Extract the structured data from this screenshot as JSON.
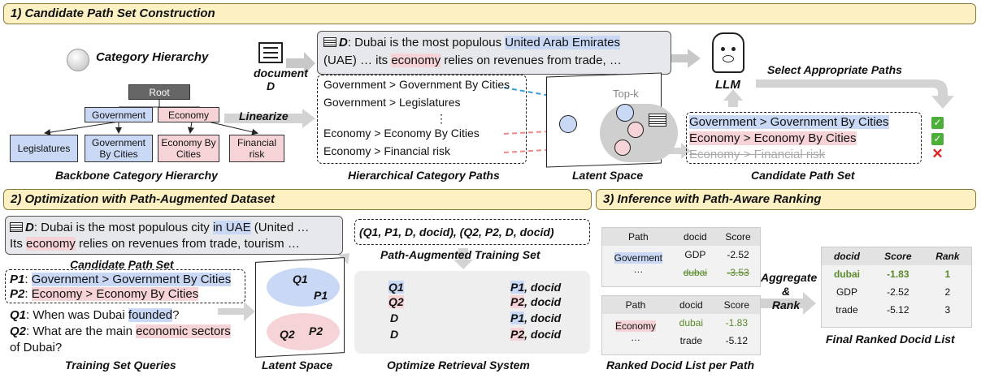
{
  "sections": {
    "s1": "1) Candidate Path Set Construction",
    "s2": "2) Optimization with Path-Augmented Dataset",
    "s3": "3) Inference with Path-Aware Ranking"
  },
  "hierarchy": {
    "title": "Category Hierarchy",
    "root": "Root",
    "government": "Government",
    "economy": "Economy",
    "legislatures": "Legislatures",
    "gov_by_cities": "Government By Cities",
    "eco_by_cities": "Economy By Cities",
    "financial_risk": "Financial risk",
    "caption": "Backbone Category Hierarchy",
    "linearize": "Linearize"
  },
  "document": {
    "label": "document",
    "var": "D"
  },
  "doc_box": {
    "var": "D",
    "line1_a": ": Dubai is the most populous ",
    "line1_hl": "United Arab Emirates",
    "line2_a": "(UAE) … its ",
    "line2_hl": "economy",
    "line2_b": " relies on revenues from trade, …"
  },
  "paths": {
    "items": [
      "Government > Government By Cities",
      "Government > Legislatures",
      "⋮",
      "Economy > Economy By Cities",
      "Economy > Financial risk"
    ],
    "caption": "Hierarchical Category Paths"
  },
  "latent": {
    "topk": "Top-k",
    "caption": "Latent Space",
    "caption2": "Latent Space"
  },
  "llm": {
    "label": "LLM",
    "select": "Select Appropriate Paths"
  },
  "candidates": {
    "items": [
      "Government > Government By Cities",
      "Economy > Economy By Cities",
      "Economy > Financial risk"
    ],
    "marks": [
      "✓",
      "✓",
      "✕"
    ],
    "caption": "Candidate Path Set"
  },
  "s2doc": {
    "var": "D",
    "l1a": ": Dubai is the most populous city ",
    "l1hl": "in UAE",
    "l1b": " (United …",
    "l2a": "Its ",
    "l2hl": "economy",
    "l2b": " relies on revenues from trade, tourism  …"
  },
  "s2cand": {
    "caption": "Candidate Path Set",
    "p1": "P1",
    "p1v": "Government > Government By Cities",
    "p2": "P2",
    "p2v": "Economy > Economy By Cities"
  },
  "queries": {
    "q1": "Q1",
    "q1a": ": When was Dubai ",
    "q1hl": "founded",
    "q1b": "?",
    "q2": "Q2",
    "q2a": ": What are the main ",
    "q2hl": "economic sectors",
    "q2c": "of Dubai?",
    "caption": "Training Set Queries"
  },
  "latent2": {
    "q1": "Q1",
    "p1": "P1",
    "q2": "Q2",
    "p2": "P2"
  },
  "training": {
    "tuples": "(Q1, P1, D, docid), (Q2, P2, D, docid)",
    "caption": "Path-Augmented Training Set",
    "inputs": [
      "Q1",
      "Q2",
      "D",
      "D"
    ],
    "outputs": [
      "P1, docid",
      "P2, docid",
      "P1, docid",
      "P2, docid"
    ],
    "opt_caption": "Optimize Retrieval System"
  },
  "table1": {
    "headers": [
      "Path",
      "docid",
      "Score"
    ],
    "path": "Goverment",
    "dots": "…",
    "r1": [
      "GDP",
      "-2.52"
    ],
    "r2": [
      "dubai",
      "-3.53"
    ]
  },
  "table2": {
    "headers": [
      "Path",
      "docid",
      "Score"
    ],
    "path": "Economy",
    "dots": "…",
    "r1": [
      "dubai",
      "-1.83"
    ],
    "r2": [
      "trade",
      "-5.12"
    ],
    "caption": "Ranked Docid List per Path"
  },
  "aggregate": {
    "l1": "Aggregate",
    "l2": "&",
    "l3": "Rank"
  },
  "final": {
    "headers": [
      "docid",
      "Score",
      "Rank"
    ],
    "rows": [
      [
        "dubai",
        "-1.83",
        "1"
      ],
      [
        "GDP",
        "-2.52",
        "2"
      ],
      [
        "trade",
        "-5.12",
        "3"
      ]
    ],
    "caption": "Final Ranked Docid List"
  },
  "colors": {
    "banner": "#fdf1c4",
    "blue": "#c9d8f5",
    "pink": "#f6d3d6",
    "green": "#5a8a2a",
    "red": "#d22"
  }
}
